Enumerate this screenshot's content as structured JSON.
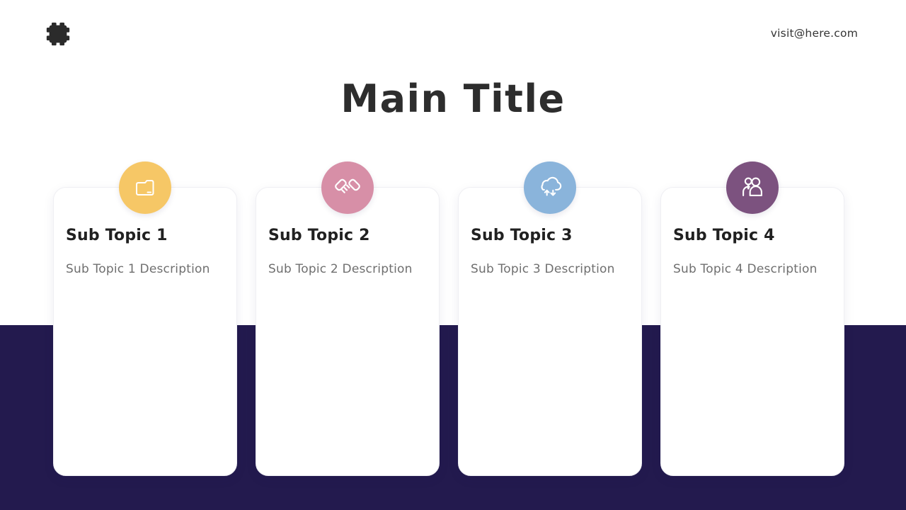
{
  "header": {
    "logo_name": "notched-square-logo",
    "contact_email": "visit@here.com"
  },
  "title": "Main Title",
  "cards": [
    {
      "title": "Sub Topic 1",
      "description": "Sub Topic 1 Description",
      "icon": "folder-icon",
      "icon_bg": "#F6C766"
    },
    {
      "title": "Sub Topic 2",
      "description": "Sub Topic 2 Description",
      "icon": "handshake-icon",
      "icon_bg": "#D78FA7"
    },
    {
      "title": "Sub Topic 3",
      "description": "Sub Topic 3 Description",
      "icon": "cloud-sync-icon",
      "icon_bg": "#8AB4DB"
    },
    {
      "title": "Sub Topic 4",
      "description": "Sub Topic 4 Description",
      "icon": "users-icon",
      "icon_bg": "#7C527F"
    }
  ],
  "colors": {
    "background_top": "#FFFFFF",
    "background_bottom_band": "#231A4E",
    "title_text": "#2D2D2D",
    "card_title_text": "#212121",
    "card_description_text": "#6F6F6F",
    "logo": "#2B2B2B",
    "icon_stroke": "#FFFFFF"
  }
}
